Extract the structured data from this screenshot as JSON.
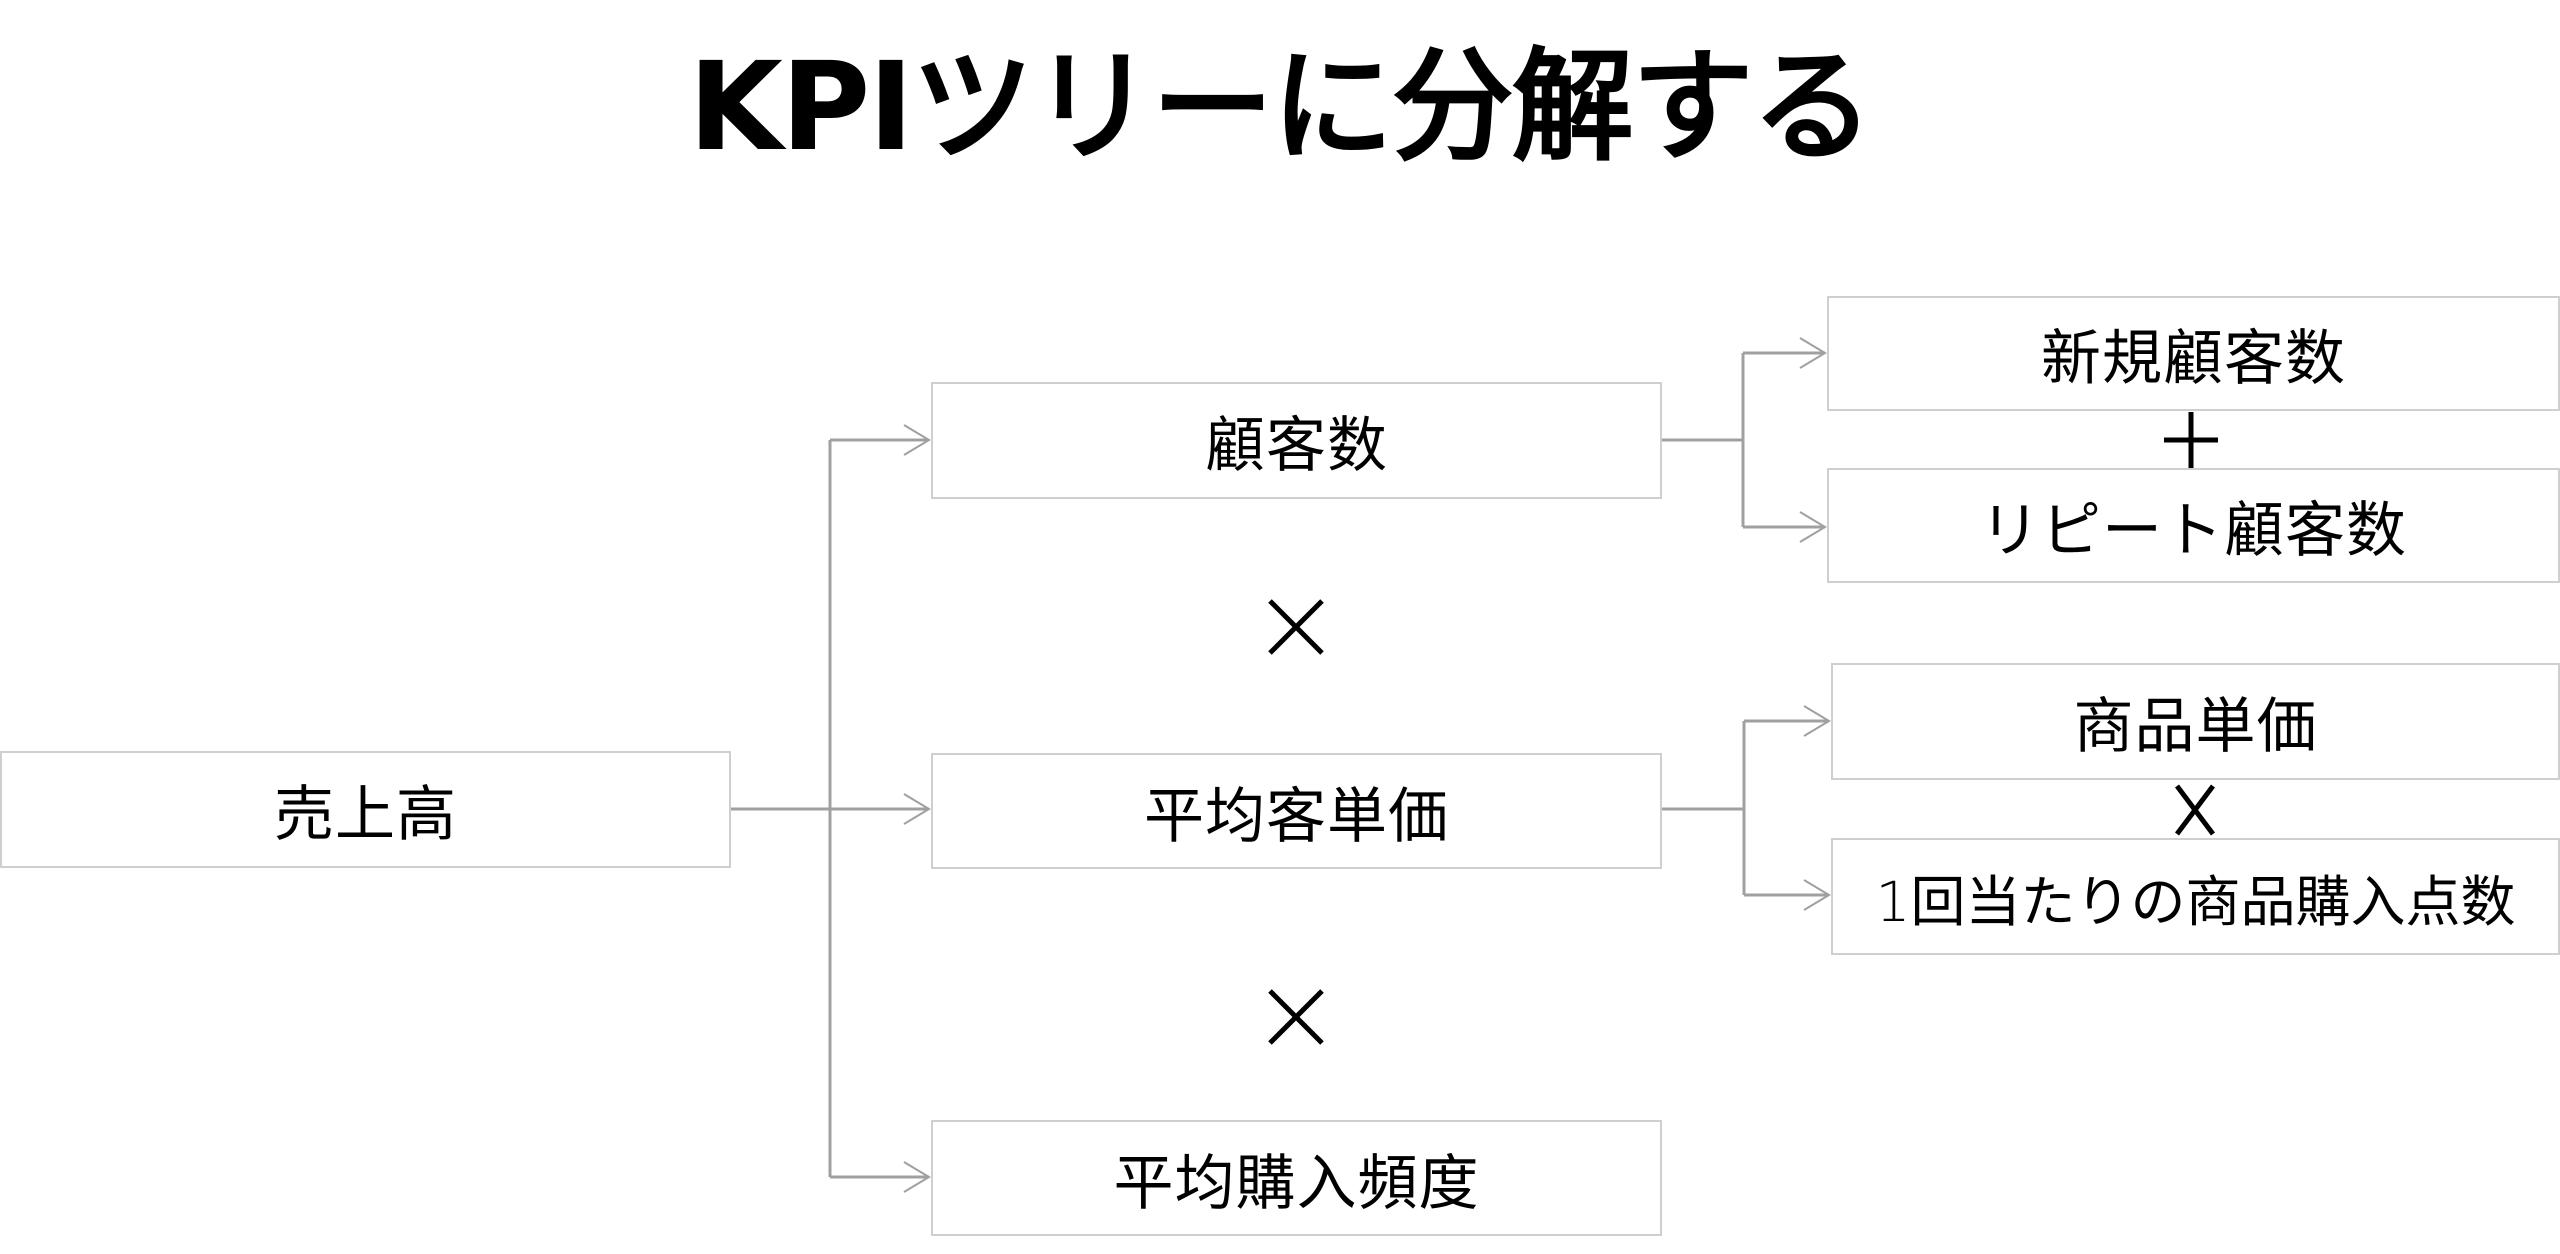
{
  "title": "KPIツリーに分解する",
  "colors": {
    "connector": "#a0a0a0",
    "box_border": "#cfcfcf",
    "text": "#000000"
  },
  "tree": {
    "root": {
      "label": "売上高"
    },
    "level1": [
      {
        "label": "顧客数"
      },
      {
        "label": "平均客単価"
      },
      {
        "label": "平均購入頻度"
      }
    ],
    "level1_operators": [
      "×",
      "×"
    ],
    "customers_breakdown": {
      "items": [
        {
          "label": "新規顧客数"
        },
        {
          "label": "リピート顧客数"
        }
      ],
      "operator": "+"
    },
    "price_breakdown": {
      "items": [
        {
          "label": "商品単価"
        },
        {
          "label": "1回当たりの商品購入点数"
        }
      ],
      "operator": "×"
    }
  }
}
